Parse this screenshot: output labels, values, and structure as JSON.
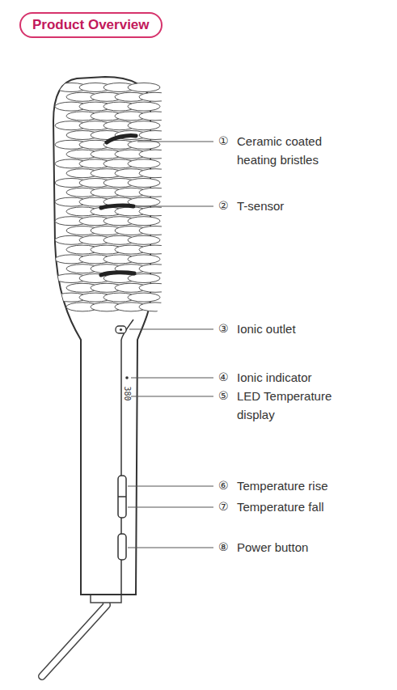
{
  "diagram": {
    "title": "Product Overview",
    "labels": [
      "①",
      "Ceramic coated heating bristles",
      "②",
      "T-sensor",
      "③",
      "Ionic outlet",
      "④",
      "Ionic indicator",
      "⑤",
      "LED Temperature display",
      "⑥",
      "Temperature rise",
      "⑦",
      "Temperature fall",
      "⑧",
      "Power button",
      "380"
    ]
  }
}
